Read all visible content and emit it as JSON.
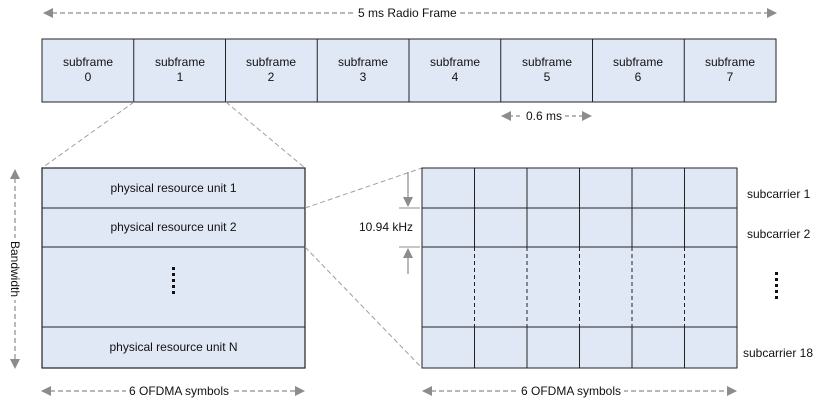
{
  "radio_frame": {
    "label": "5 ms Radio Frame"
  },
  "subframes": [
    {
      "name": "subframe",
      "index": "0"
    },
    {
      "name": "subframe",
      "index": "1"
    },
    {
      "name": "subframe",
      "index": "2"
    },
    {
      "name": "subframe",
      "index": "3"
    },
    {
      "name": "subframe",
      "index": "4"
    },
    {
      "name": "subframe",
      "index": "5"
    },
    {
      "name": "subframe",
      "index": "6"
    },
    {
      "name": "subframe",
      "index": "7"
    }
  ],
  "subframe_duration": "0.6 ms",
  "bandwidth_label": "Bandwidth",
  "resource_units": [
    "physical resource unit 1",
    "physical resource unit 2",
    "physical resource unit N"
  ],
  "ofdma_left": "6 OFDMA symbols",
  "ofdma_right": "6 OFDMA symbols",
  "subcarrier_spacing": "10.94 kHz",
  "subcarriers": [
    "subcarrier 1",
    "subcarrier 2",
    "subcarrier 18"
  ],
  "colors": {
    "fill": "#e1e8f5",
    "stroke": "#222222",
    "arrow": "#8c8c8c",
    "guide": "#a0a0a0"
  }
}
